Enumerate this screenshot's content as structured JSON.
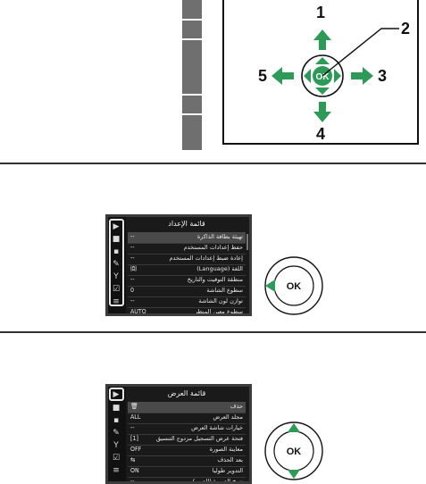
{
  "callouts": {
    "n1": "1",
    "n2": "2",
    "n3": "3",
    "n4": "4",
    "n5": "5"
  },
  "ok_label": "OK",
  "setup_menu": {
    "title": "قائمة الإعداد",
    "items": [
      {
        "label": "تهيئة بطاقة الذاكرة",
        "value": "--"
      },
      {
        "label": "حفظ إعدادات المستخدم",
        "value": "--"
      },
      {
        "label": "إعادة ضبط إعدادات المستخدم",
        "value": "--"
      },
      {
        "label": "اللغة (Language)",
        "value": "㉂"
      },
      {
        "label": "منطقة التوقيت والتاريخ",
        "value": "--"
      },
      {
        "label": "سطوع الشاشة",
        "value": "0"
      },
      {
        "label": "توازن لون الشاشة",
        "value": "--"
      },
      {
        "label": "سطوع معين المنظر",
        "value": "AUTO"
      }
    ]
  },
  "playback_menu": {
    "title": "قائمة العرض",
    "items": [
      {
        "label": "حذف",
        "value": "🗑"
      },
      {
        "label": "مجلد العرض",
        "value": "ALL"
      },
      {
        "label": "خيارات شاشة العرض",
        "value": "--"
      },
      {
        "label": "فتحة عرض التسجيل مزدوج التنسيق",
        "value": "[1]"
      },
      {
        "label": "معاينة الصورة",
        "value": "OFF"
      },
      {
        "label": "بعد الحذف",
        "value": "⇆"
      },
      {
        "label": "التدوير طوليا",
        "value": "ON"
      },
      {
        "label": "نسخ الصورة (الصور)",
        "value": "--"
      }
    ]
  },
  "tab_icons": [
    "playback-icon",
    "camera-icon",
    "movie-icon",
    "pencil-icon",
    "wrench-icon",
    "retouch-icon",
    "mymenu-icon"
  ],
  "colors": {
    "arrow_green": "#2e9a57",
    "menu_bg": "#1a1a1a",
    "highlight": "#4a4a4a"
  }
}
